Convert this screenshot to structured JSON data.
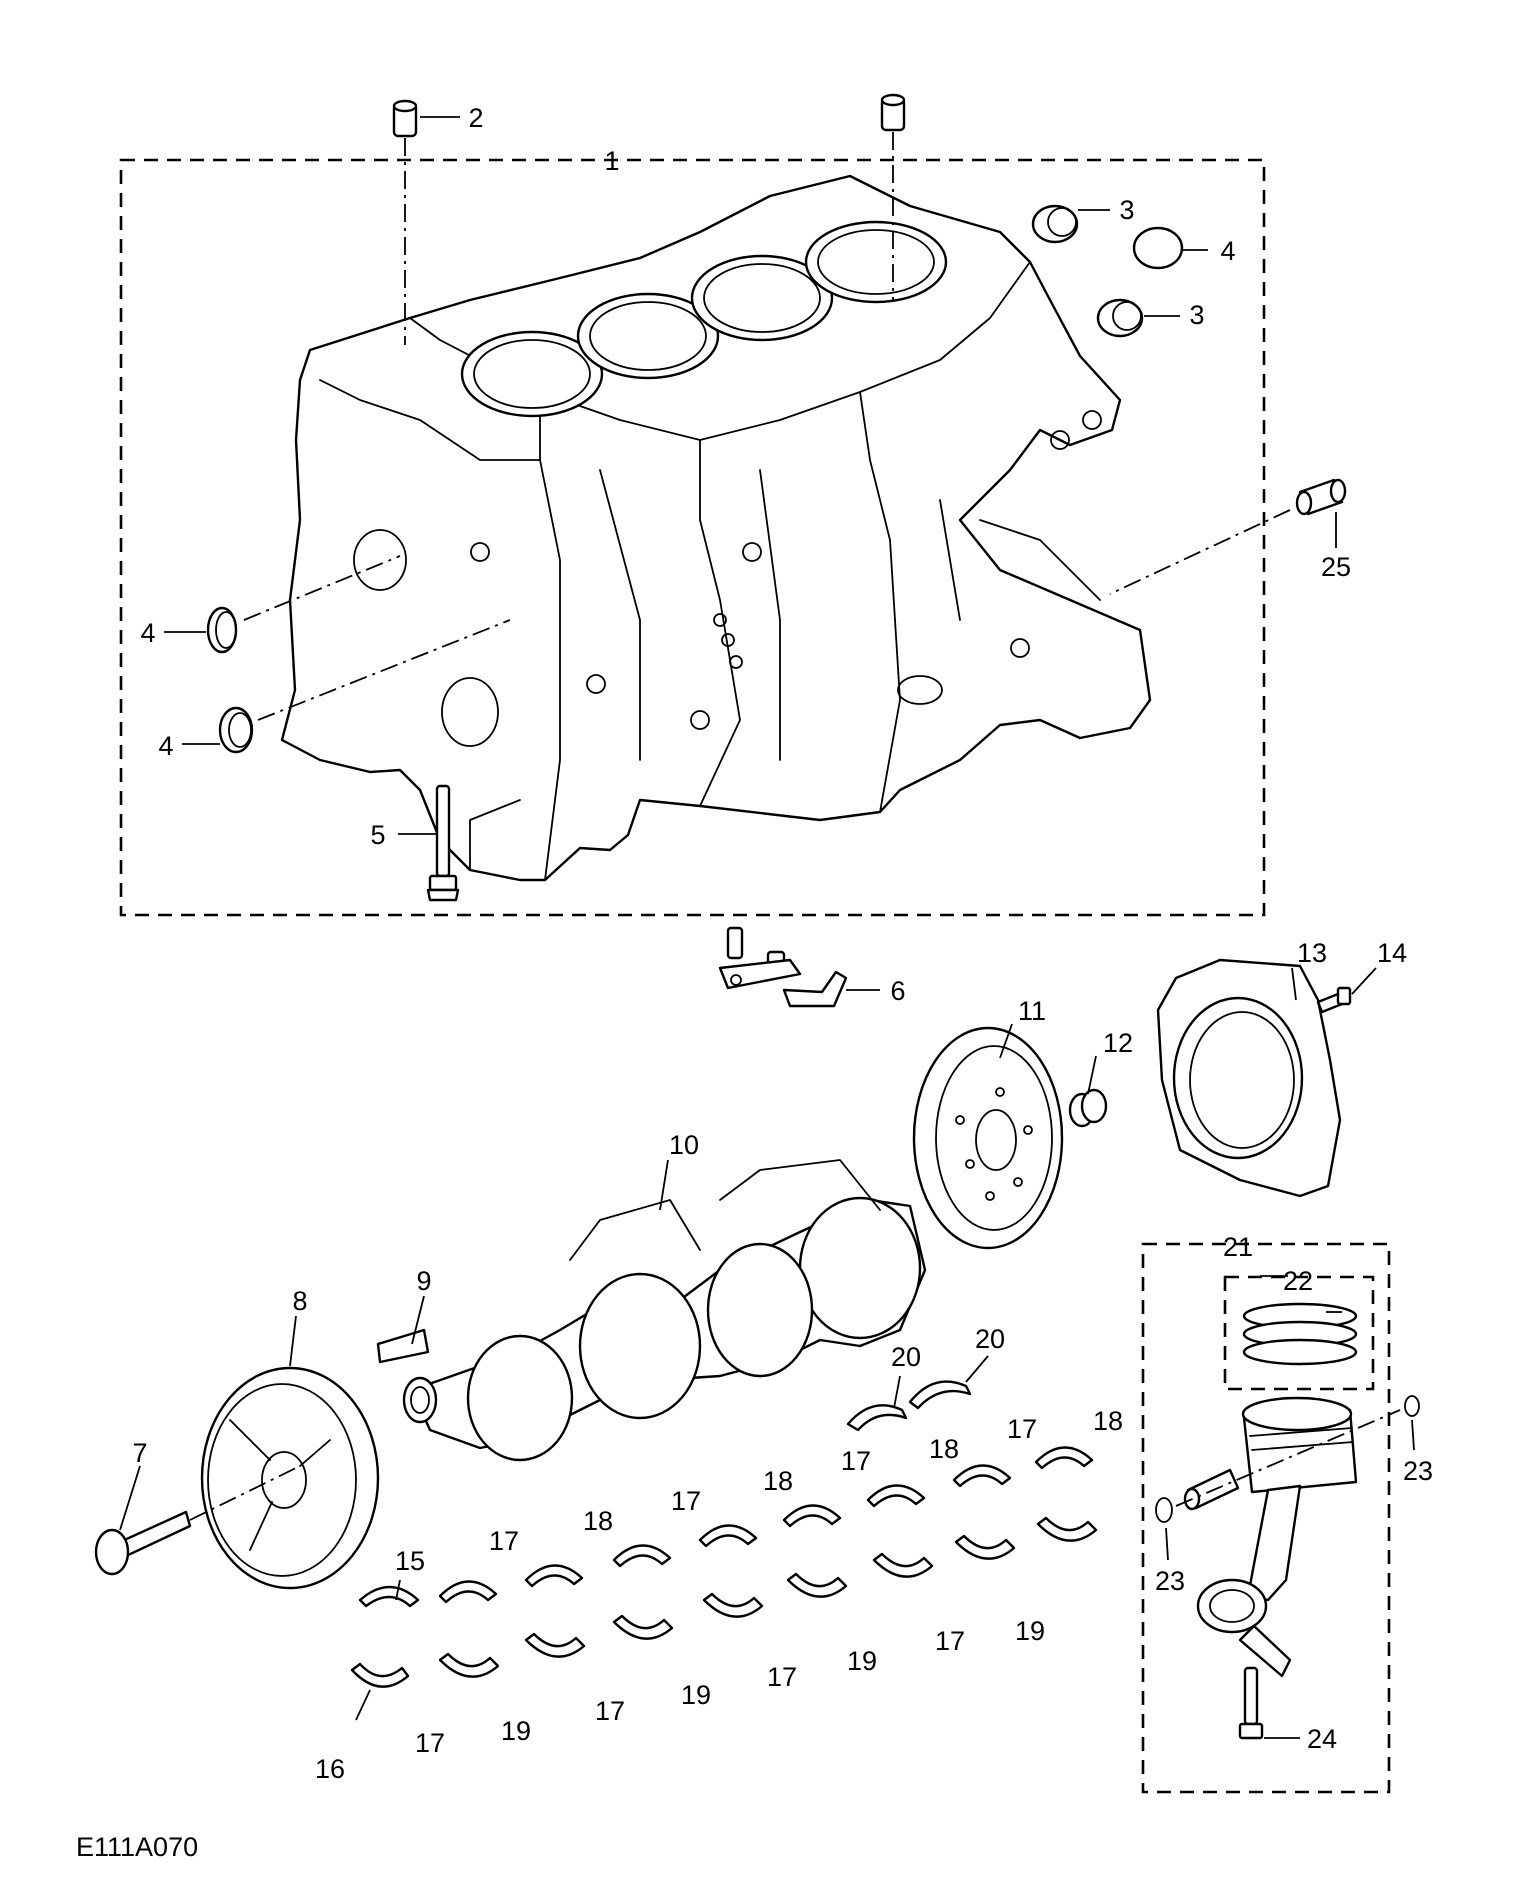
{
  "figure": {
    "reference_code": "E111A070",
    "callouts": [
      {
        "id": "c1",
        "label": "1"
      },
      {
        "id": "c2",
        "label": "2"
      },
      {
        "id": "c3a",
        "label": "3"
      },
      {
        "id": "c3b",
        "label": "3"
      },
      {
        "id": "c4a",
        "label": "4"
      },
      {
        "id": "c4b",
        "label": "4"
      },
      {
        "id": "c4c",
        "label": "4"
      },
      {
        "id": "c5",
        "label": "5"
      },
      {
        "id": "c6",
        "label": "6"
      },
      {
        "id": "c7",
        "label": "7"
      },
      {
        "id": "c8",
        "label": "8"
      },
      {
        "id": "c9",
        "label": "9"
      },
      {
        "id": "c10",
        "label": "10"
      },
      {
        "id": "c11",
        "label": "11"
      },
      {
        "id": "c12",
        "label": "12"
      },
      {
        "id": "c13",
        "label": "13"
      },
      {
        "id": "c14",
        "label": "14"
      },
      {
        "id": "c15",
        "label": "15"
      },
      {
        "id": "c16",
        "label": "16"
      },
      {
        "id": "c17a",
        "label": "17"
      },
      {
        "id": "c17b",
        "label": "17"
      },
      {
        "id": "c17c",
        "label": "17"
      },
      {
        "id": "c17d",
        "label": "17"
      },
      {
        "id": "c17e",
        "label": "17"
      },
      {
        "id": "c17f",
        "label": "17"
      },
      {
        "id": "c17g",
        "label": "17"
      },
      {
        "id": "c17h",
        "label": "17"
      },
      {
        "id": "c18a",
        "label": "18"
      },
      {
        "id": "c18b",
        "label": "18"
      },
      {
        "id": "c18c",
        "label": "18"
      },
      {
        "id": "c18d",
        "label": "18"
      },
      {
        "id": "c19a",
        "label": "19"
      },
      {
        "id": "c19b",
        "label": "19"
      },
      {
        "id": "c19c",
        "label": "19"
      },
      {
        "id": "c19d",
        "label": "19"
      },
      {
        "id": "c20a",
        "label": "20"
      },
      {
        "id": "c20b",
        "label": "20"
      },
      {
        "id": "c21",
        "label": "21"
      },
      {
        "id": "c22",
        "label": "22"
      },
      {
        "id": "c23a",
        "label": "23"
      },
      {
        "id": "c23b",
        "label": "23"
      },
      {
        "id": "c24",
        "label": "24"
      },
      {
        "id": "c25",
        "label": "25"
      }
    ]
  }
}
